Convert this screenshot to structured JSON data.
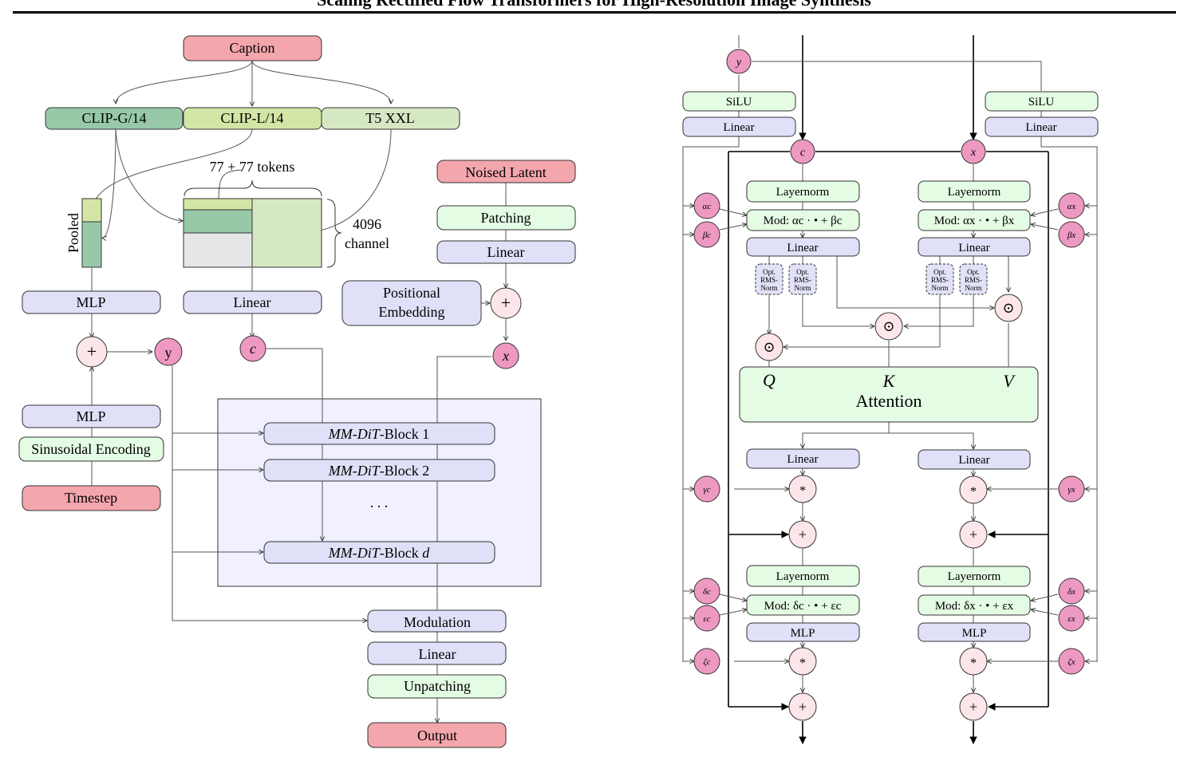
{
  "header": {
    "title": "Scaling Rectified Flow Transformers for High-Resolution Image Synthesis"
  },
  "left": {
    "caption": "Caption",
    "clip_g": "CLIP-G/14",
    "clip_l": "CLIP-L/14",
    "t5": "T5 XXL",
    "tokens": "77 + 77 tokens",
    "channel_num": "4096",
    "channel_word": "channel",
    "pooled": "Pooled",
    "mlp": "MLP",
    "linear": "Linear",
    "plus": "+",
    "y": "y",
    "c": "c",
    "x": "x",
    "sinusoidal": "Sinusoidal Encoding",
    "timestep": "Timestep",
    "noised_latent": "Noised Latent",
    "patching": "Patching",
    "pos_emb_1": "Positional",
    "pos_emb_2": "Embedding",
    "block_prefix": "MM-DiT",
    "block_1_suffix": "-Block 1",
    "block_2_suffix": "-Block 2",
    "block_d_suffix": "-Block ",
    "block_d_var": "d",
    "ellipsis": ". . .",
    "modulation": "Modulation",
    "unpatching": "Unpatching",
    "output": "Output"
  },
  "right": {
    "silu": "SiLU",
    "linear": "Linear",
    "layernorm": "Layernorm",
    "mod_prefix": "Mod: ",
    "mod_c1": "αc · • + βc",
    "mod_x1": "αx · • + βx",
    "mod_c2": "δc · • + εc",
    "mod_x2": "δx · • + εx",
    "rms_1": "Opt.",
    "rms_2": "RMS-",
    "rms_3": "Norm",
    "odot": "⊙",
    "star": "*",
    "plus": "+",
    "q": "Q",
    "k": "K",
    "v": "V",
    "attention": "Attention",
    "mlp": "MLP",
    "y": "y",
    "c": "c",
    "x": "x",
    "alpha_c": "αc",
    "beta_c": "βc",
    "gamma_c": "γc",
    "delta_c": "δc",
    "eps_c": "εc",
    "zeta_c": "ζc",
    "alpha_x": "αx",
    "beta_x": "βx",
    "gamma_x": "γx",
    "delta_x": "δx",
    "eps_x": "εx",
    "zeta_x": "ζx"
  },
  "colors": {
    "red": "#f4a6ad",
    "pink": "#ee99c1",
    "lightpink": "#fce6e9",
    "clip_g": "#97c9a8",
    "clip_l": "#d4e6a6",
    "t5": "#d5e8c3",
    "green": "#e4fbe4",
    "lavender": "#e0e0f8",
    "region": "#f0f0fe",
    "grey": "#e6e6e6",
    "rms": "#e1e1f7"
  }
}
